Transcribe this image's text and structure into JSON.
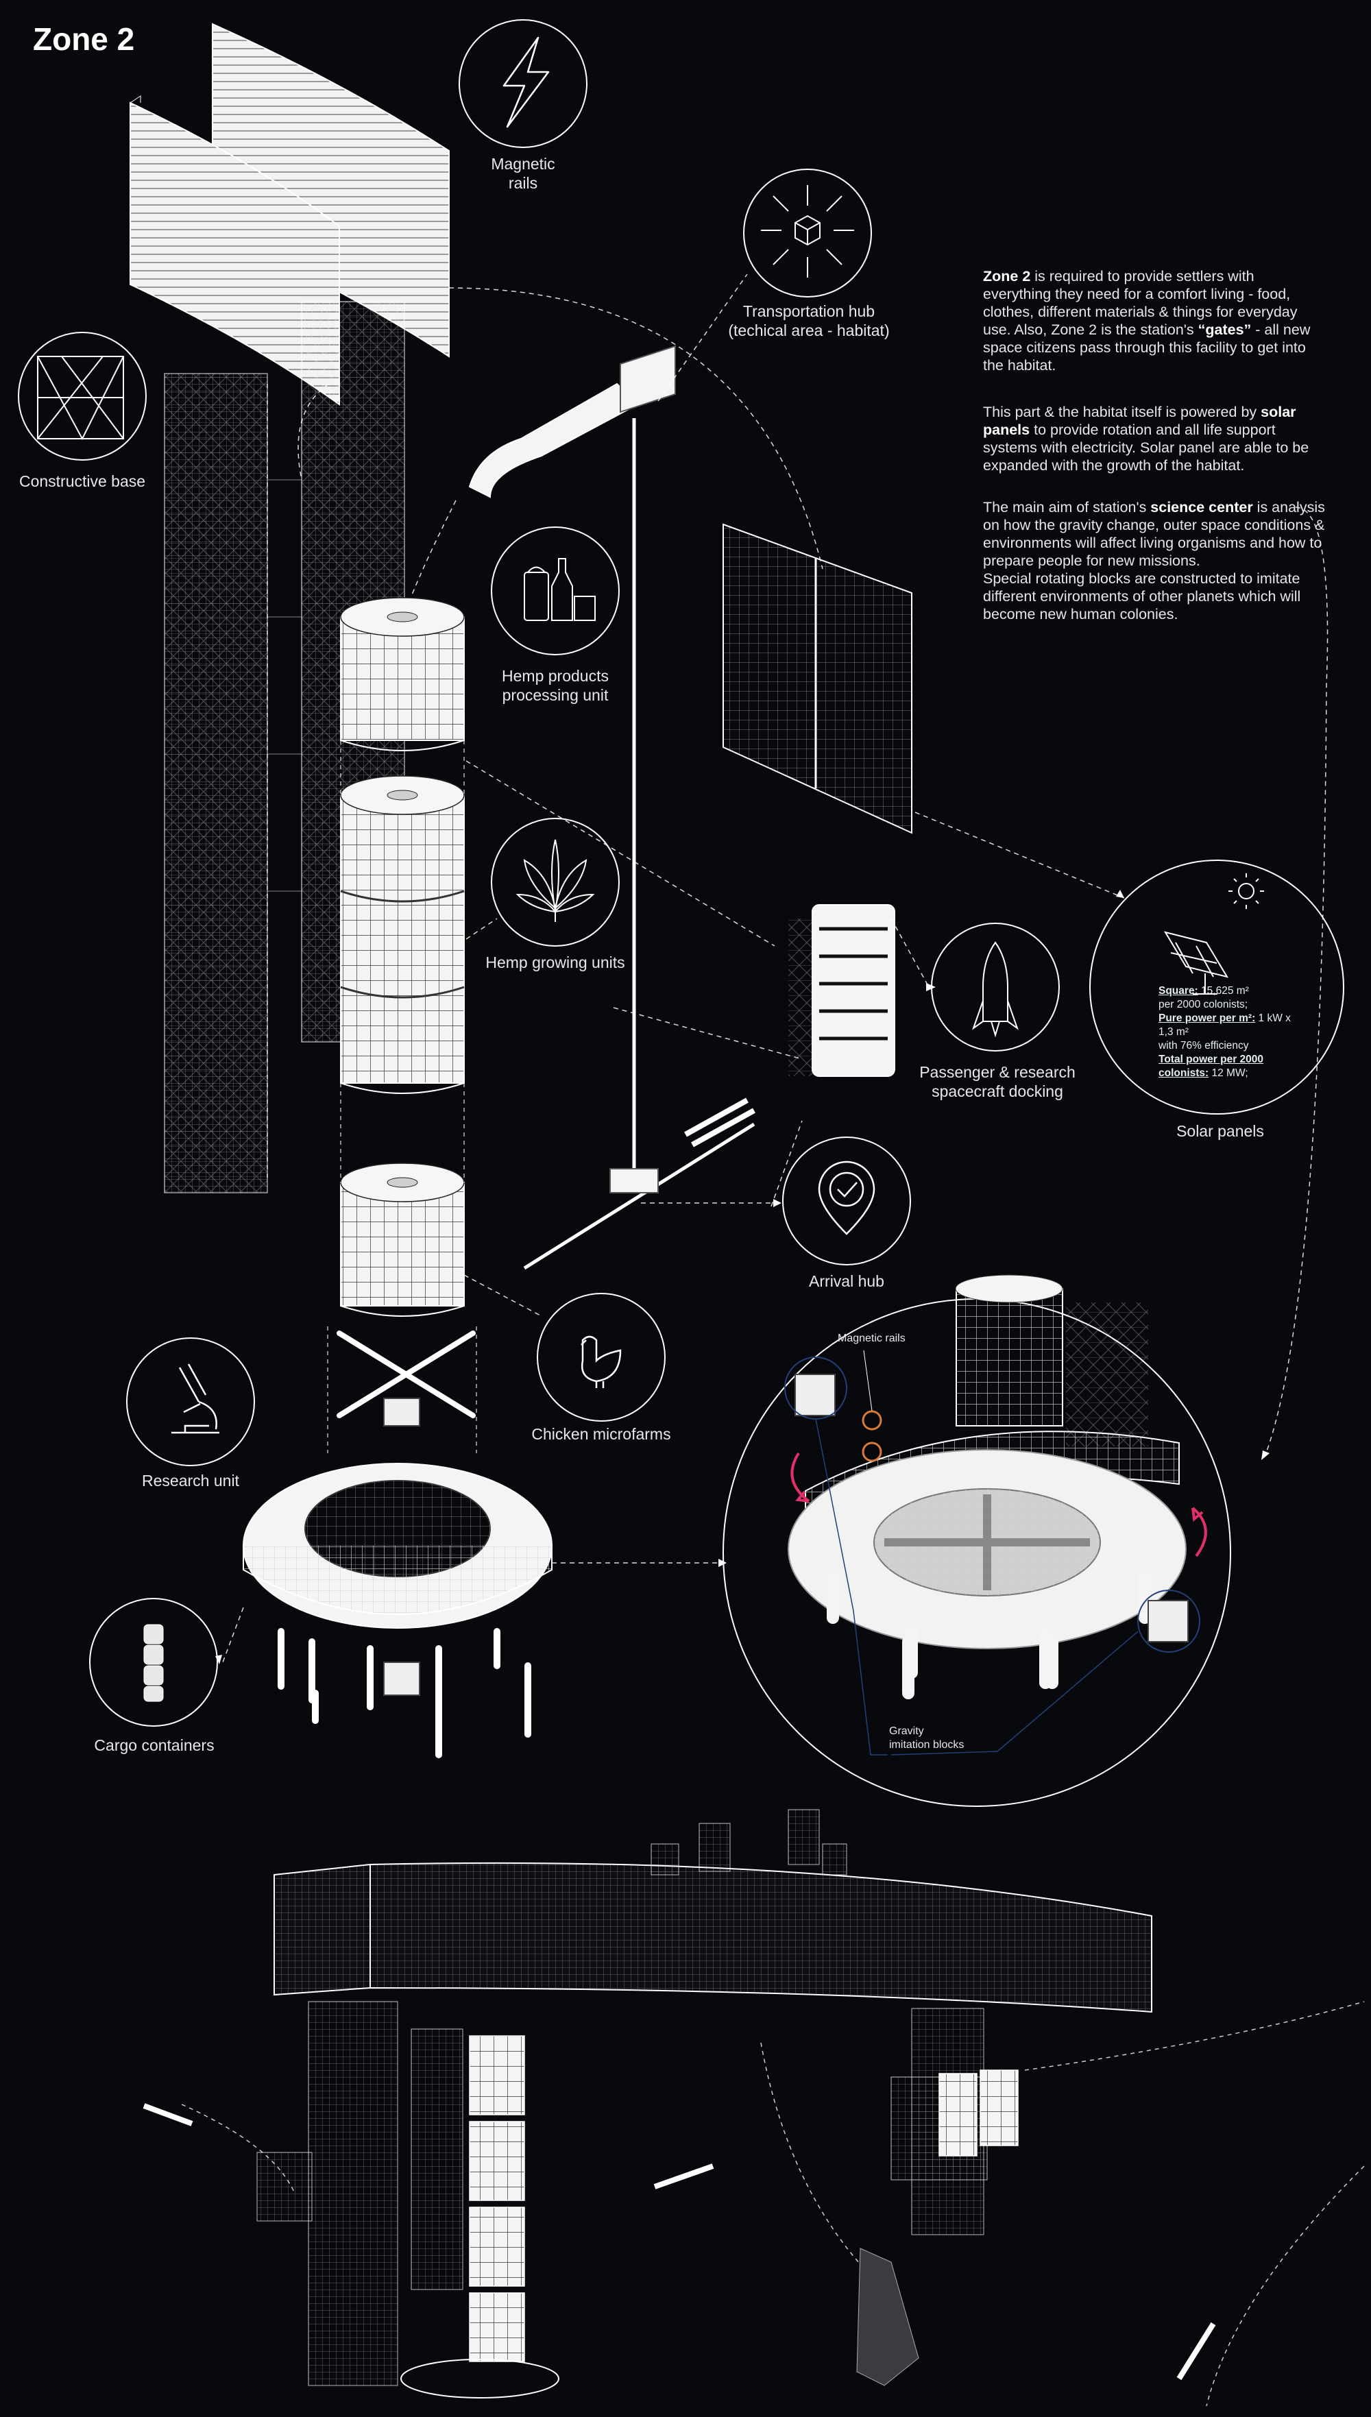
{
  "title": "Zone 2",
  "labels": {
    "magnetic_rails": [
      "Magnetic",
      "rails"
    ],
    "transportation_hub": [
      "Transportation hub",
      "(techical area - habitat)"
    ],
    "constructive_base": "Constructive base",
    "hemp_processing": [
      "Hemp products",
      "processing unit"
    ],
    "hemp_growing": "Hemp growing units",
    "docking": [
      "Passenger & research",
      "spacecraft docking"
    ],
    "solar_panels": "Solar panels",
    "arrival_hub": "Arrival hub",
    "chicken": "Chicken microfarms",
    "research_unit": "Research unit",
    "cargo": "Cargo containers",
    "detail_magnetic_rails": "Magnetic rails",
    "gravity_blocks": [
      "Gravity",
      "imitation blocks"
    ]
  },
  "text_block": {
    "p1": {
      "b1": "Zone 2",
      "t1": " is required to provide settlers with everything they need for a comfort living - food, clothes, different materials & things for everyday use. Also, Zone 2 is the station's ",
      "b2": "“gates”",
      "t2": " - all new space citizens pass through this facility to get into the habitat."
    },
    "p2": {
      "t1": "This part & the habitat itself is powered by ",
      "b1": "solar panels",
      "t2": " to provide rotation and all life support systems with electricity. Solar panel are able to be expanded with the growth of the habitat."
    },
    "p3": {
      "t1": "The main aim of station's ",
      "b1": "science center",
      "t2": " is analysis on how the gravity change, outer space conditions & environments will affect living organisms and how to prepare people for new missions.",
      "t3": "Special rotating blocks are constructed to imitate different environments of other planets which will become new human colonies."
    }
  },
  "solar_spec": {
    "square_label": "Square:",
    "square_value": " 15,625 m²",
    "square_note": "per 2000 colonists;",
    "power_label": "Pure power per m²:",
    "power_value": " 1 kW x 1,3 m²",
    "power_note": "with 76% efficiency",
    "total_label": "Total power per 2000 colonists:",
    "total_value": " 12 MW;"
  },
  "colors": {
    "background": "#07090c",
    "line": "#ffffff",
    "accent_pink": "#e0306a",
    "accent_orange": "#d9793a",
    "accent_blue": "#24407a"
  }
}
